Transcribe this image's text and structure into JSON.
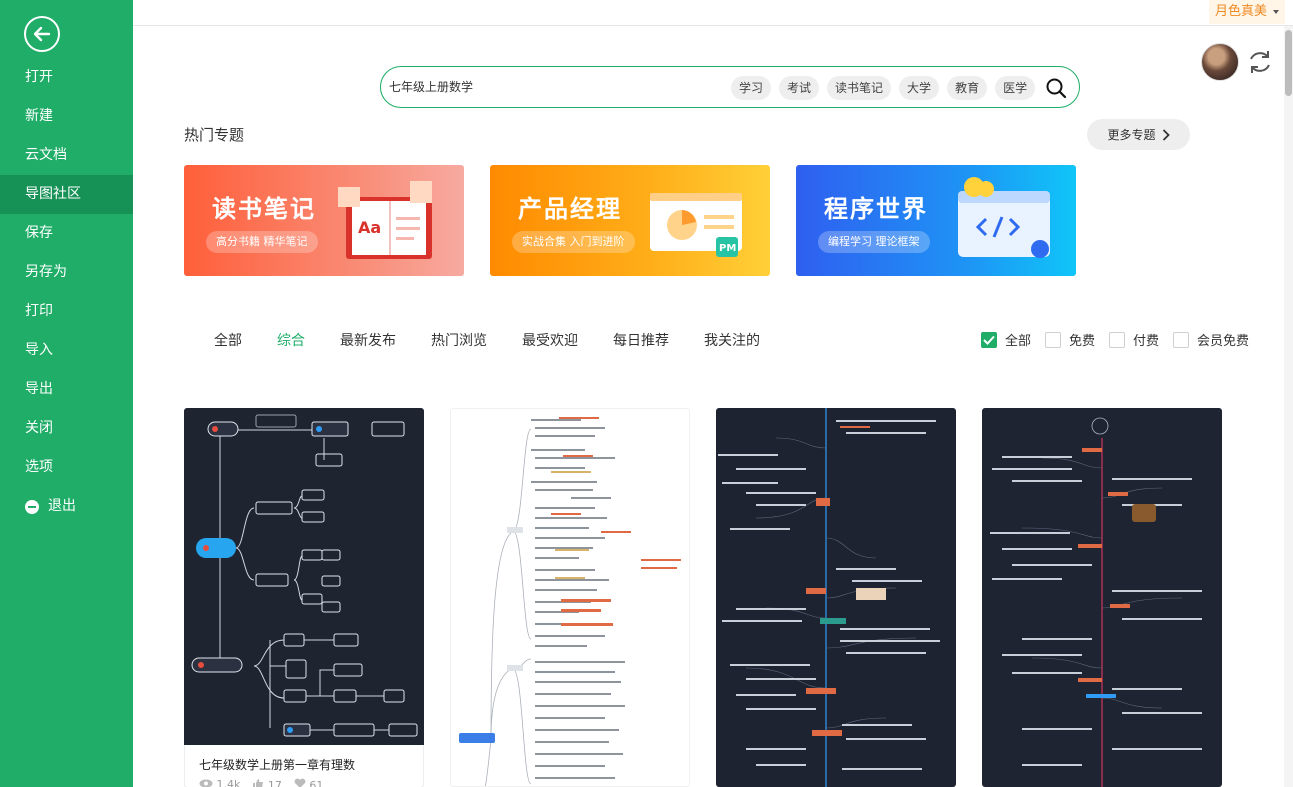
{
  "sidebar": {
    "items": [
      {
        "label": "打开"
      },
      {
        "label": "新建"
      },
      {
        "label": "云文档"
      },
      {
        "label": "导图社区"
      },
      {
        "label": "保存"
      },
      {
        "label": "另存为"
      },
      {
        "label": "打印"
      },
      {
        "label": "导入"
      },
      {
        "label": "导出"
      },
      {
        "label": "关闭"
      },
      {
        "label": "选项"
      },
      {
        "label": "退出"
      }
    ],
    "active_index": 3
  },
  "topbar": {
    "user_name": "月色真美"
  },
  "search": {
    "placeholder": "七年级上册数学",
    "tags": [
      "学习",
      "考试",
      "读书笔记",
      "大学",
      "教育",
      "医学"
    ]
  },
  "hot": {
    "title": "热门专题",
    "more_label": "更多专题",
    "banners": [
      {
        "title": "读书笔记",
        "subtitle": "高分书籍 精华笔记"
      },
      {
        "title": "产品经理",
        "subtitle": "实战合集 入门到进阶"
      },
      {
        "title": "程序世界",
        "subtitle": "编程学习 理论框架"
      }
    ]
  },
  "tabs": [
    "全部",
    "综合",
    "最新发布",
    "热门浏览",
    "最受欢迎",
    "每日推荐",
    "我关注的"
  ],
  "active_tab": "综合",
  "filters": [
    {
      "label": "全部",
      "checked": true
    },
    {
      "label": "免费",
      "checked": false
    },
    {
      "label": "付费",
      "checked": false
    },
    {
      "label": "会员免费",
      "checked": false
    }
  ],
  "cards": [
    {
      "title": "七年级数学上册第一章有理数",
      "views": "1.4k",
      "likes": "17",
      "favorites": "61"
    }
  ],
  "colors": {
    "brand": "#1fad68",
    "user_accent": "#f08a24"
  }
}
